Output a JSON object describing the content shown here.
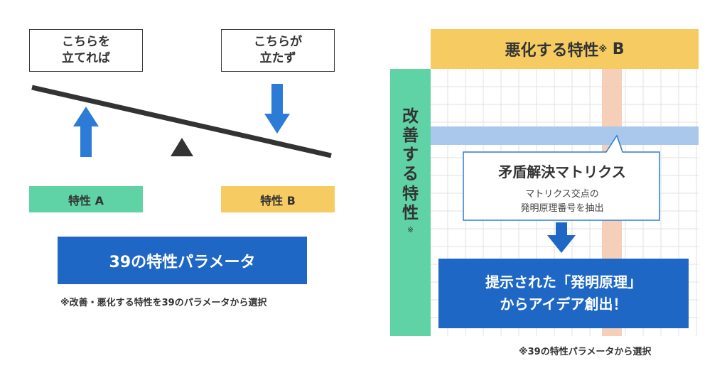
{
  "left": {
    "box_a_text": "こちらを\n立てれば",
    "box_b_text": "こちらが\n立たず",
    "trait_a": "特性 A",
    "trait_b": "特性 B",
    "param_button": "39の特性パラメータ",
    "note": "※改善・悪化する特性を39のパラメータから選択",
    "colors": {
      "trait_a": "#5fd3a6",
      "trait_b": "#f6cb62",
      "blue": "#1f67c4",
      "arrow": "#2c7bd6"
    }
  },
  "right": {
    "top_header": "悪化する特性",
    "top_header_mark": "※",
    "top_header_suffix": " B",
    "side_header_chars": [
      "改",
      "善",
      "す",
      "る",
      "特",
      "性"
    ],
    "side_header_mark": "※",
    "callout_title": "矛盾解決マトリクス",
    "callout_line1": "マトリクス交点の",
    "callout_line2": "発明原理番号を抽出",
    "result_line1": "提示された「発明原理」",
    "result_line2": "からアイデア創出！",
    "note": "※39の特性パラメータから選択",
    "colors": {
      "top_header": "#f6cb62",
      "side_header": "#5fd3a6",
      "row_highlight": "#a9c8eb",
      "col_highlight": "#f5cfb7",
      "result": "#1f67c4"
    }
  }
}
